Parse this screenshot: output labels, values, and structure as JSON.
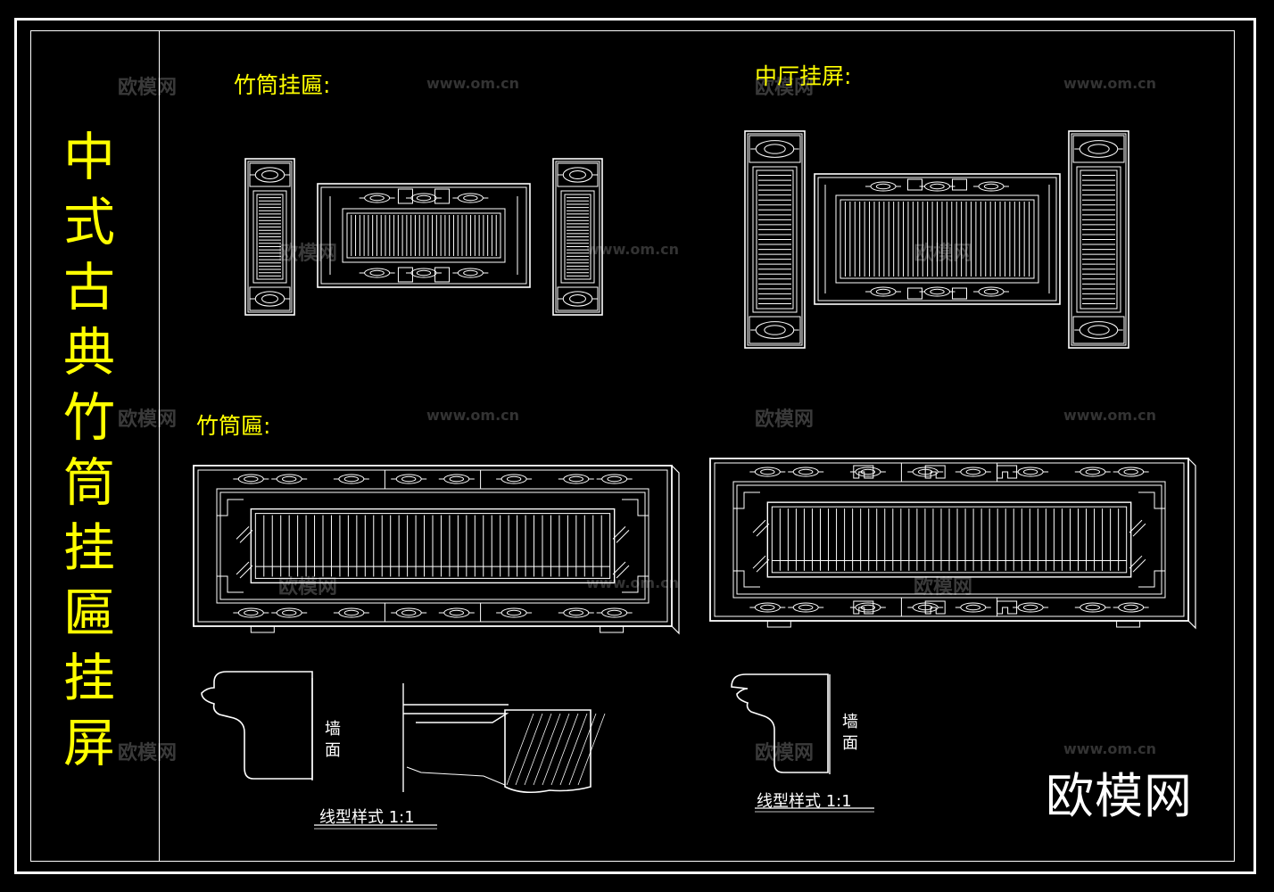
{
  "side_title": "中式古典竹筒挂匾挂屏",
  "labels": {
    "bamboo_hanging_plaque": "竹筒挂匾:",
    "hall_hanging_screen": "中厅挂屏:",
    "bamboo_plaque": "竹筒匾:"
  },
  "profile_notes": {
    "left": "线型样式 1:1",
    "right": "线型样式 1:1",
    "wall_left": "墙面",
    "wall_right": "墙面"
  },
  "watermark": {
    "brand": "欧模网",
    "url": "www.om.cn"
  },
  "logo": "欧模网",
  "colors": {
    "background": "#000000",
    "line": "#ffffff",
    "label": "#ffff00"
  }
}
